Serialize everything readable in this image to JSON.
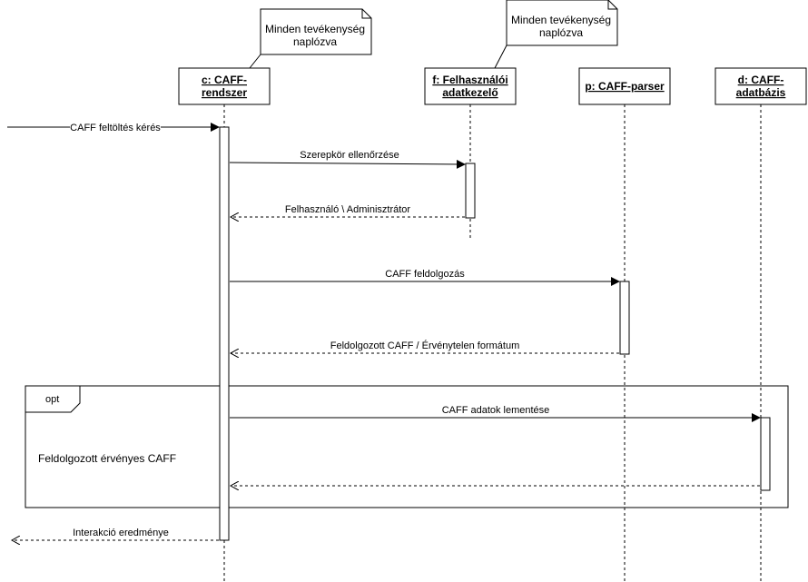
{
  "notes": [
    {
      "line1": "Minden tevékenység",
      "line2": "naplózva"
    },
    {
      "line1": "Minden tevékenység",
      "line2": "naplózva"
    }
  ],
  "participants": [
    {
      "line1": "c: CAFF-",
      "line2": "rendszer"
    },
    {
      "line1": "f: Felhasználói",
      "line2": "adatkezelő"
    },
    {
      "line1": "p: CAFF-parser",
      "line2": ""
    },
    {
      "line1": "d: CAFF-",
      "line2": "adatbázis"
    }
  ],
  "messages": {
    "upload": "CAFF feltöltés kérés",
    "role_check": "Szerepkör ellenőrzése",
    "role_return": "Felhasználó \\  Adminisztrátor",
    "process": "CAFF feldolgozás",
    "process_return": "Feldolgozott CAFF / Érvénytelen formátum",
    "save": "CAFF adatok lementése",
    "result": "Interakció eredménye"
  },
  "fragment": {
    "operator": "opt",
    "condition": "Feldolgozott érvényes CAFF"
  }
}
